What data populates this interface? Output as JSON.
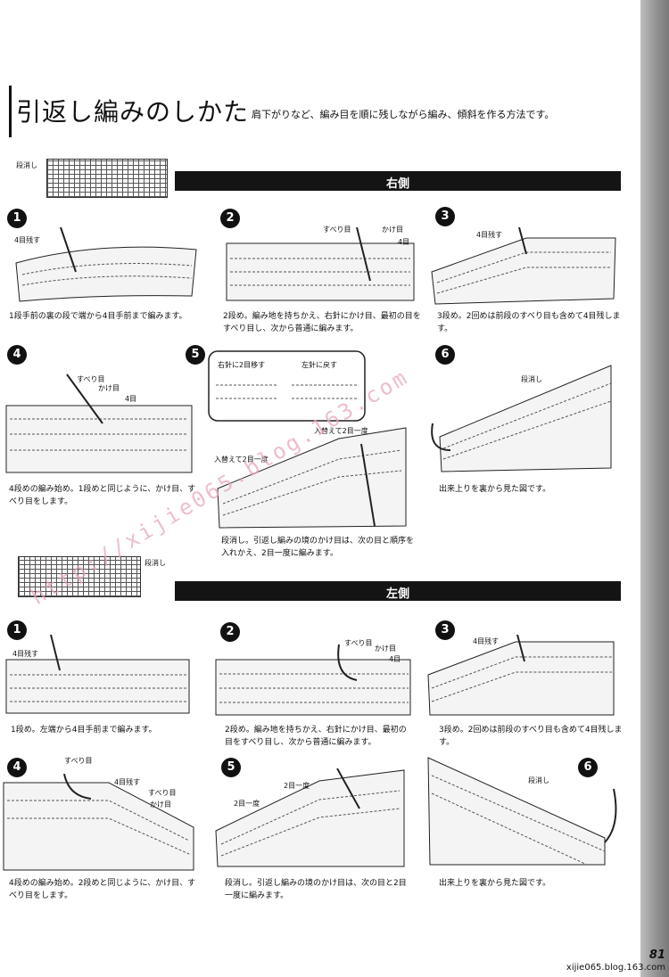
{
  "header": {
    "title": "引返し編みのしかた",
    "subtitle": "肩下がりなど、編み目を順に残しながら編み、傾斜を作る方法です。"
  },
  "sections": {
    "right": {
      "label": "右側",
      "grid_label": "段消し",
      "steps": [
        {
          "num": "1",
          "caption": "1段手前の裏の段で端から4目手前まで編みます。",
          "tags": [
            "4目残す"
          ]
        },
        {
          "num": "2",
          "caption": "2段め。編み地を持ちかえ、右針にかけ目、最初の目をすべり目し、次から普通に編みます。",
          "tags": [
            "すべり目",
            "かけ目",
            "4目"
          ]
        },
        {
          "num": "3",
          "caption": "3段め。2回めは前段のすべり目も含めて4目残します。",
          "tags": [
            "4目残す"
          ]
        },
        {
          "num": "4",
          "caption": "4段めの編み始め。1段めと同じように、かけ目、すべり目をします。",
          "tags": [
            "すべり目",
            "かけ目",
            "4目"
          ]
        },
        {
          "num": "5",
          "caption": "段消し。引返し編みの境のかけ目は、次の目と順序を入れかえ、2目一度に編みます。",
          "tags": [
            "右針に2目移す",
            "左針に戻す",
            "入替えて2目一度",
            "入替えて2目一度"
          ]
        },
        {
          "num": "6",
          "caption": "出来上りを裏から見た図です。",
          "tags": [
            "段消し"
          ]
        }
      ]
    },
    "left": {
      "label": "左側",
      "grid_label": "段消し",
      "steps": [
        {
          "num": "1",
          "caption": "1段め。左端から4目手前まで編みます。",
          "tags": [
            "4目残す"
          ]
        },
        {
          "num": "2",
          "caption": "2段め。編み地を持ちかえ、右針にかけ目、最初の目をすべり目し、次から普通に編みます。",
          "tags": [
            "すべり目",
            "かけ目",
            "4目"
          ]
        },
        {
          "num": "3",
          "caption": "3段め。2回めは前段のすべり目も含めて4目残します。",
          "tags": [
            "4目残す"
          ]
        },
        {
          "num": "4",
          "caption": "4段めの編み始め。2段めと同じように、かけ目、すべり目をします。",
          "tags": [
            "すべり目",
            "4目残す",
            "すべり目",
            "かけ目"
          ]
        },
        {
          "num": "5",
          "caption": "段消し。引返し編みの境のかけ目は、次の目と2目一度に編みます。",
          "tags": [
            "2目一度",
            "2目一度"
          ]
        },
        {
          "num": "6",
          "caption": "出来上りを裏から見た図です。",
          "tags": [
            "段消し"
          ]
        }
      ]
    }
  },
  "watermark": "http://xijie065.blog.163.com",
  "footer": {
    "page_number": "81",
    "site": "xijie065.blog.163.com"
  }
}
